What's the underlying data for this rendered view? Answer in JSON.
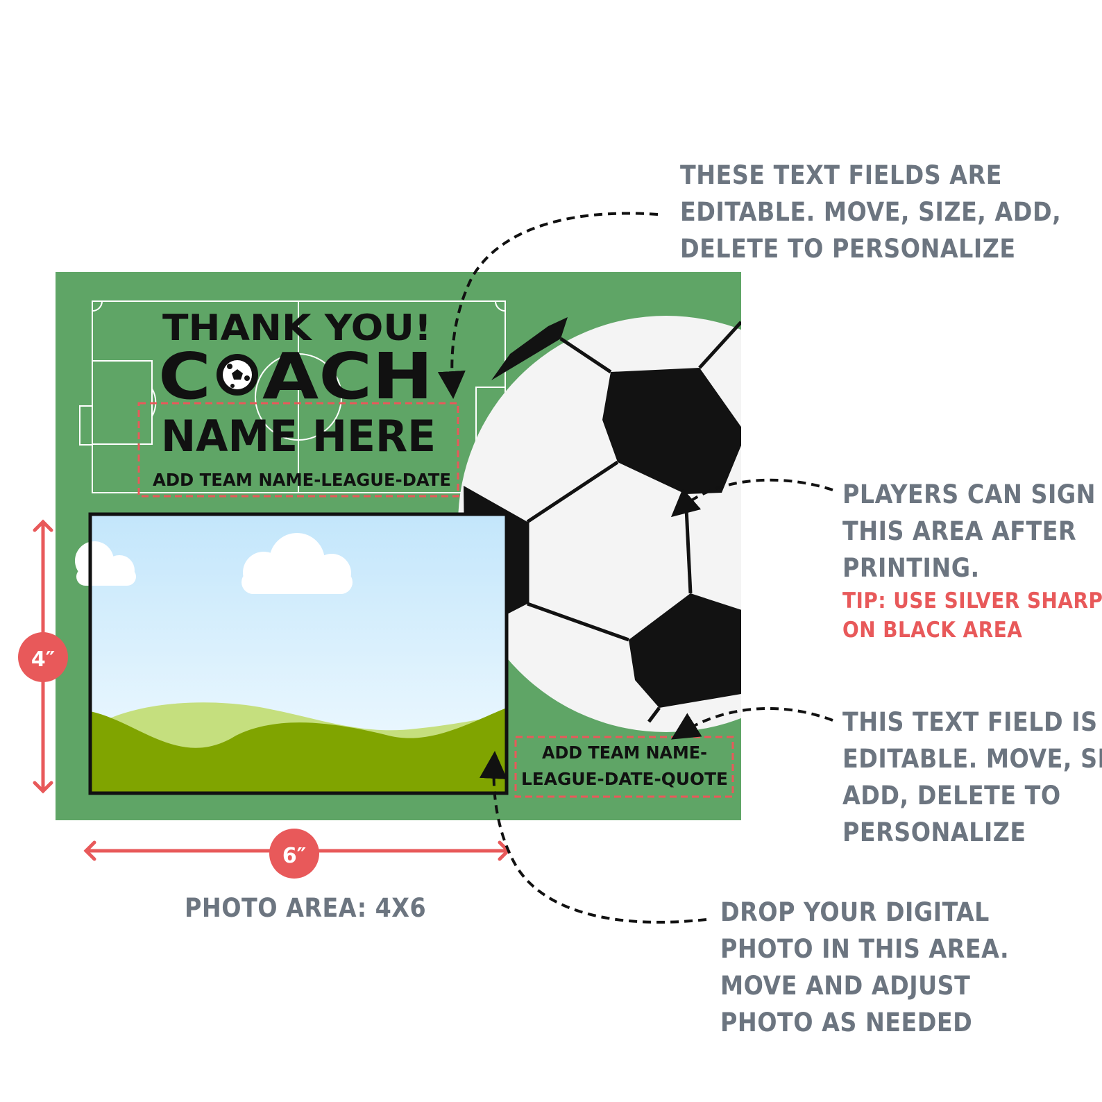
{
  "card": {
    "title_line1": "THANK YOU!",
    "title_line2_pre": "C",
    "title_line2_post": "ACH",
    "name_placeholder": "NAME HERE",
    "subtitle_placeholder": "ADD TEAM NAME-LEAGUE-DATE",
    "bottom_text_line1": "ADD TEAM NAME-",
    "bottom_text_line2": "LEAGUE-DATE-QUOTE"
  },
  "dimensions": {
    "height_label": "4″",
    "width_label": "6″",
    "photo_area_caption": "PHOTO AREA: 4X6"
  },
  "notes": {
    "editable_fields": [
      "THESE TEXT FIELDS ARE",
      "EDITABLE. MOVE, SIZE, ADD,",
      "DELETE TO PERSONALIZE"
    ],
    "sign_area": [
      "PLAYERS CAN SIGN",
      "THIS AREA AFTER",
      "PRINTING."
    ],
    "tip": [
      "TIP: USE SILVER SHARPIE",
      "ON BLACK AREA"
    ],
    "editable_field_single": [
      "THIS TEXT FIELD IS",
      "EDITABLE. MOVE, SIZE,",
      "ADD, DELETE TO",
      "PERSONALIZE"
    ],
    "photo_drop": [
      "DROP YOUR DIGITAL",
      "PHOTO IN THIS AREA.",
      "MOVE AND ADJUST",
      "PHOTO AS NEEDED"
    ]
  },
  "colors": {
    "field_green": "#5fa566",
    "accent_red": "#e8595a",
    "note_gray": "#6c7580"
  }
}
